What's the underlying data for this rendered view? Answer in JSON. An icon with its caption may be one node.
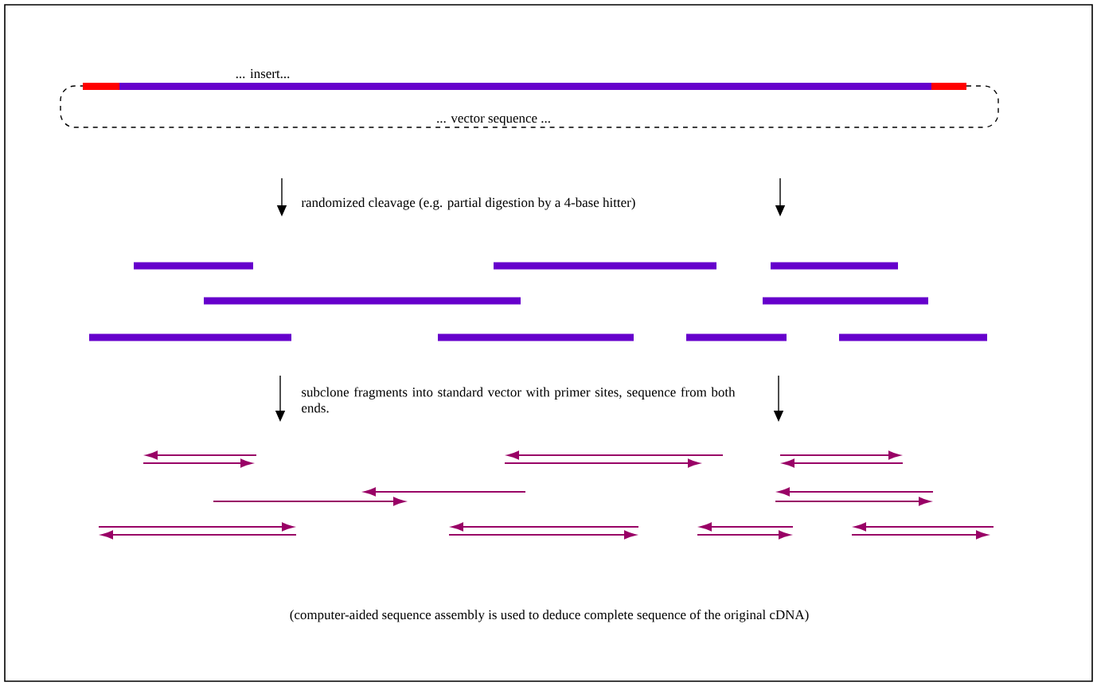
{
  "diagram": {
    "labels": [
      "... insert...",
      "... vector sequence ...",
      "randomized cleavage (e.g. partial digestion by a 4-base hitter)",
      "subclone fragments into standard vector with primer sites, sequence from both ends.",
      "(computer-aided sequence assembly is used to deduce complete sequence of the original cDNA)"
    ]
  }
}
